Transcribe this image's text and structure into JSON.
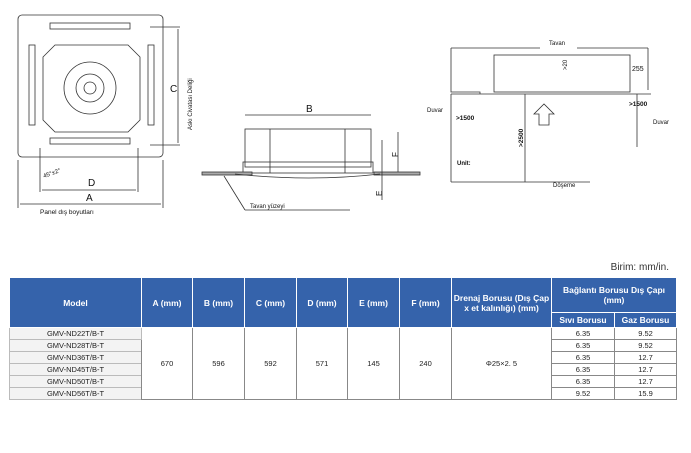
{
  "diagram_top": {
    "label_c": "C",
    "side_label": "Askı Civatası Deliği",
    "label_d": "D",
    "label_a": "A",
    "angle": "45°±2°",
    "caption": "Panel dış boyutları"
  },
  "diagram_side": {
    "label_b": "B",
    "label_f": "F",
    "label_e": "E",
    "ceiling_surface": "Tavan yüzeyi"
  },
  "diagram_room": {
    "ceiling": "Tavan",
    "min_gap": ">20",
    "height": "255",
    "wall_left": "Duvar",
    "wall_right": "Duvar",
    "left_clearance": ">1500",
    "right_clearance": ">1500",
    "floor_height": ">2500",
    "unit": "Unit:",
    "floor": "Döşeme"
  },
  "table": {
    "unit_note": "Birim: mm/in.",
    "headers": {
      "model": "Model",
      "a": "A (mm)",
      "b": "B (mm)",
      "c": "C (mm)",
      "d": "D (mm)",
      "e": "E (mm)",
      "f": "F (mm)",
      "drain": "Drenaj Borusu (Dış Çap x et kalınlığı) (mm)",
      "conn": "Bağlantı Borusu Dış Çapı (mm)",
      "liquid": "Sıvı Borusu",
      "gas": "Gaz Borusu"
    },
    "shared": {
      "a": "670",
      "b": "596",
      "c": "592",
      "d": "571",
      "e": "145",
      "f": "240",
      "drain": "Φ25×2. 5"
    },
    "rows": [
      {
        "model": "GMV-ND22T/B-T",
        "liquid": "6.35",
        "gas": "9.52"
      },
      {
        "model": "GMV-ND28T/B-T",
        "liquid": "6.35",
        "gas": "9.52"
      },
      {
        "model": "GMV-ND36T/B-T",
        "liquid": "6.35",
        "gas": "12.7"
      },
      {
        "model": "GMV-ND45T/B-T",
        "liquid": "6.35",
        "gas": "12.7"
      },
      {
        "model": "GMV-ND50T/B-T",
        "liquid": "6.35",
        "gas": "12.7"
      },
      {
        "model": "GMV-ND56T/B-T",
        "liquid": "9.52",
        "gas": "15.9"
      }
    ]
  }
}
